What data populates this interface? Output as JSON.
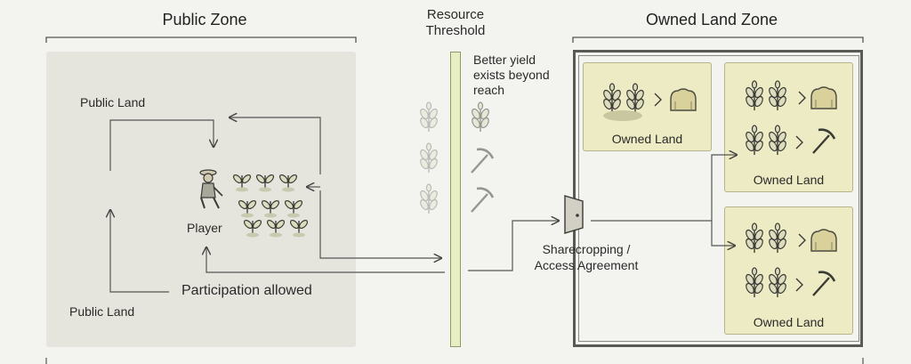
{
  "public_zone": {
    "title": "Public Zone",
    "top_label": "Public Land",
    "bottom_label": "Public Land",
    "player_label": "Player",
    "participation": "Participation allowed"
  },
  "threshold": {
    "title_line1": "Resource",
    "title_line2": "Threshold",
    "note_line1": "Better yield",
    "note_line2": "exists beyond",
    "note_line3": "reach"
  },
  "agreement": {
    "line1": "Sharecropping /",
    "line2": "Access Agreement"
  },
  "owned_zone": {
    "title": "Owned Land Zone",
    "plots": [
      {
        "label": "Owned Land"
      },
      {
        "label": "Owned Land"
      },
      {
        "label": "Owned Land"
      }
    ]
  },
  "colors": {
    "panel": "#e6e5dd",
    "land_box": "#ecebc4",
    "plant": "#3b3b35",
    "plant_fill": "#dcdcbf",
    "threshold": "#e7edc4"
  },
  "icons": {
    "plant": "wheat-sprout-icon",
    "harvest": "hay-bale-icon",
    "tool": "pickaxe-icon",
    "player": "farmer-icon",
    "door": "door-icon"
  }
}
